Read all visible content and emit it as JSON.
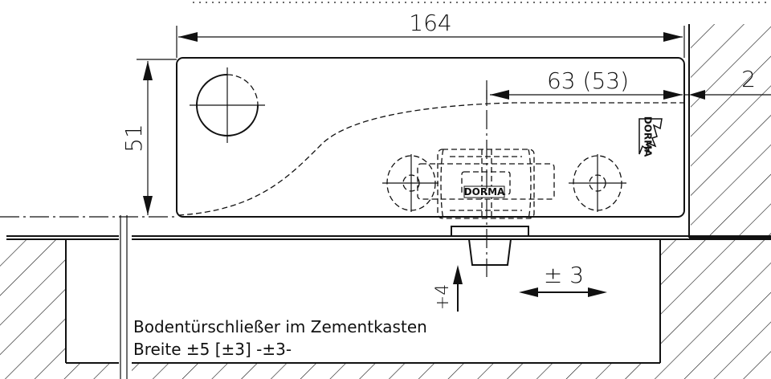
{
  "dimensions": {
    "length": "164",
    "height": "51",
    "offset": "63 (53)",
    "gap": "2",
    "lateral_adjust": "± 3",
    "vertical_adjust": "+4"
  },
  "notes": {
    "line1": "Bodentürschließer im Zementkasten",
    "line2": "Breite ±5 [±3] -±3-"
  },
  "brand": {
    "logo_text": "DORMA"
  }
}
